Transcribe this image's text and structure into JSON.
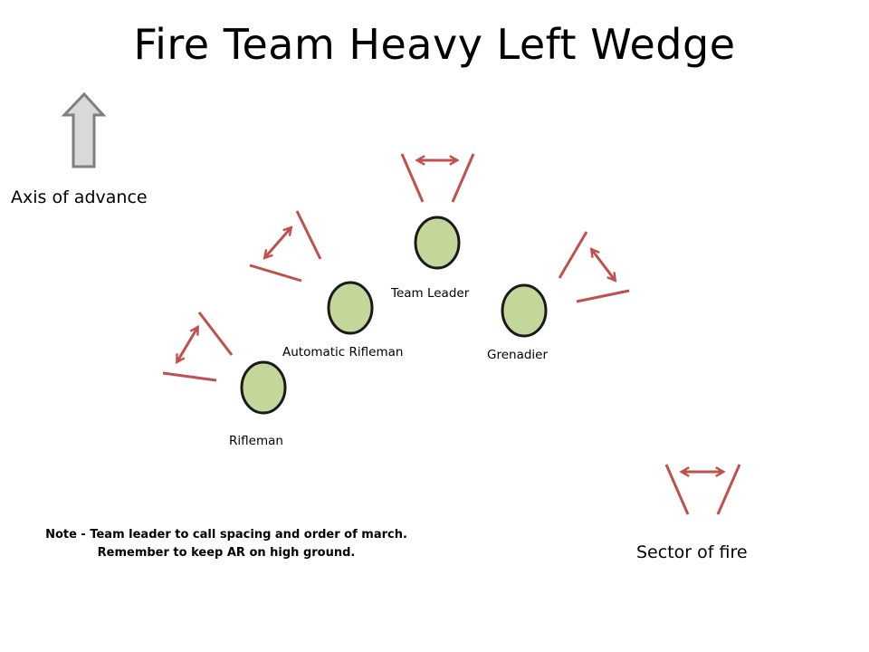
{
  "title": "Fire Team Heavy Left Wedge",
  "axis": {
    "icon": "up-arrow-icon",
    "label": "Axis of advance"
  },
  "members": [
    {
      "id": "team-leader",
      "label": "Team Leader"
    },
    {
      "id": "automatic-rifleman",
      "label": "Automatic Rifleman"
    },
    {
      "id": "grenadier",
      "label": "Grenadier"
    },
    {
      "id": "rifleman",
      "label": "Rifleman"
    }
  ],
  "legend": {
    "icon": "sector-of-fire-icon",
    "label": "Sector of fire"
  },
  "note": {
    "line1": "Note - Team leader to call spacing and order of march.",
    "line2": "Remember to keep AR on high ground."
  },
  "colors": {
    "member_fill": "#c4d79b",
    "member_stroke": "#1a1a1a",
    "sector": "#c0504d",
    "arrow_fill": "#d9d9d9",
    "arrow_stroke": "#7f7f7f"
  }
}
